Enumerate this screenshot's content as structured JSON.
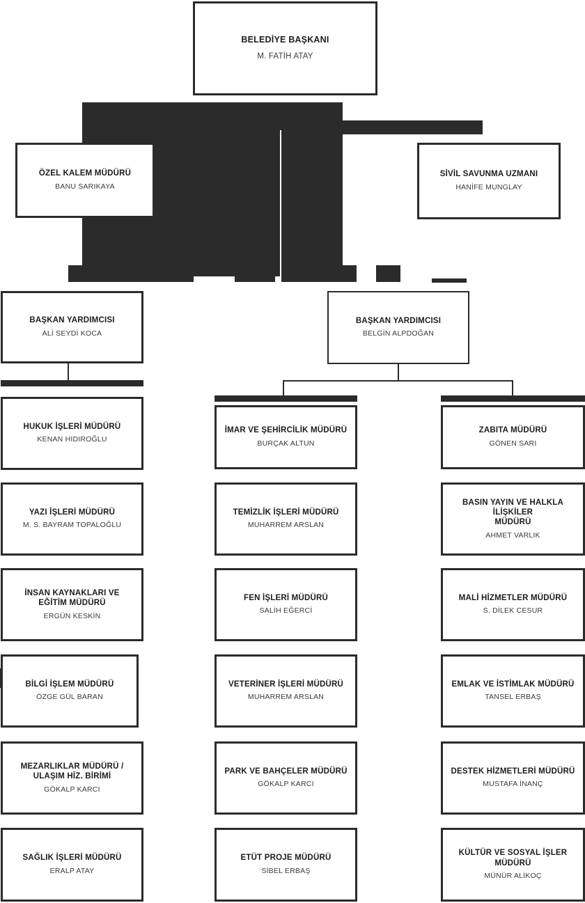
{
  "chart_data": {
    "type": "diagram",
    "title": "Belediye Organizasyon Şeması",
    "orientation": "top-down",
    "levels": 4,
    "colors": {
      "line": "#2b2b2b",
      "box_border": "#2b2b2b",
      "box_fill": "#ffffff",
      "title_text": "#1c1c1c",
      "name_text": "#3a3a3a"
    }
  },
  "root": {
    "title": "BELEDİYE BAŞKANI",
    "name": "M. FATİH ATAY"
  },
  "staff": [
    {
      "title": "ÖZEL KALEM MÜDÜRÜ",
      "name": "BANU SARIKAYA"
    },
    {
      "title": "SİVİL SAVUNMA UZMANI",
      "name": "HANİFE MUNGLAY"
    }
  ],
  "deputies": [
    {
      "title": "BAŞKAN YARDIMCISI",
      "name": "ALİ SEYDİ KOCA"
    },
    {
      "title": "BAŞKAN YARDIMCISI",
      "name": "BELGİN ALPDOĞAN"
    }
  ],
  "columns": [
    {
      "id": "column-1",
      "departments": [
        {
          "title": "HUKUK İŞLERİ MÜDÜRÜ",
          "name": "KENAN HIDIROĞLU"
        },
        {
          "title": "YAZI İŞLERİ MÜDÜRÜ",
          "name": "M. S. BAYRAM TOPALOĞLU"
        },
        {
          "title": "İNSAN  KAYNAKLARI VE\nEĞİTİM MÜDÜRÜ",
          "name": "ERGÜN KESKİN"
        },
        {
          "title": "BİLGİ İŞLEM MÜDÜRÜ",
          "name": "ÖZGE GÜL BARAN"
        },
        {
          "title": "MEZARLIKLAR MÜDÜRÜ /\nULAŞIM HİZ. BİRİMİ",
          "name": "GÖKALP KARCI"
        },
        {
          "title": "SAĞLIK İŞLERİ MÜDÜRÜ",
          "name": "ERALP ATAY"
        }
      ]
    },
    {
      "id": "column-2",
      "departments": [
        {
          "title": "İMAR VE ŞEHİRCİLİK MÜDÜRÜ",
          "name": "BURÇAK ALTUN"
        },
        {
          "title": "TEMİZLİK İŞLERİ MÜDÜRÜ",
          "name": "MUHARREM ARSLAN"
        },
        {
          "title": "FEN İŞLERİ MÜDÜRÜ",
          "name": "SALİH EĞERCİ"
        },
        {
          "title": "VETERİNER İŞLERİ MÜDÜRÜ",
          "name": "MUHARREM ARSLAN"
        },
        {
          "title": "PARK VE BAHÇELER MÜDÜRÜ",
          "name": "GÖKALP KARCI"
        },
        {
          "title": "ETÜT PROJE MÜDÜRÜ",
          "name": "SİBEL ERBAŞ"
        }
      ]
    },
    {
      "id": "column-3",
      "departments": [
        {
          "title": "ZABITA MÜDÜRÜ",
          "name": "GÖNEN SARI"
        },
        {
          "title": "BASIN YAYIN VE HALKLA İLİŞKİLER\nMÜDÜRÜ",
          "name": "AHMET VARLIK"
        },
        {
          "title": "MALİ HİZMETLER MÜDÜRÜ",
          "name": "S. DİLEK CESUR"
        },
        {
          "title": "EMLAK VE İSTİMLAK MÜDÜRÜ",
          "name": "TANSEL ERBAŞ"
        },
        {
          "title": "DESTEK HİZMETLERİ MÜDÜRÜ",
          "name": "MUSTAFA İNANÇ"
        },
        {
          "title": "KÜLTÜR VE SOSYAL İŞLER MÜDÜRÜ",
          "name": "MÜNÜR ALİKOÇ"
        }
      ]
    }
  ]
}
